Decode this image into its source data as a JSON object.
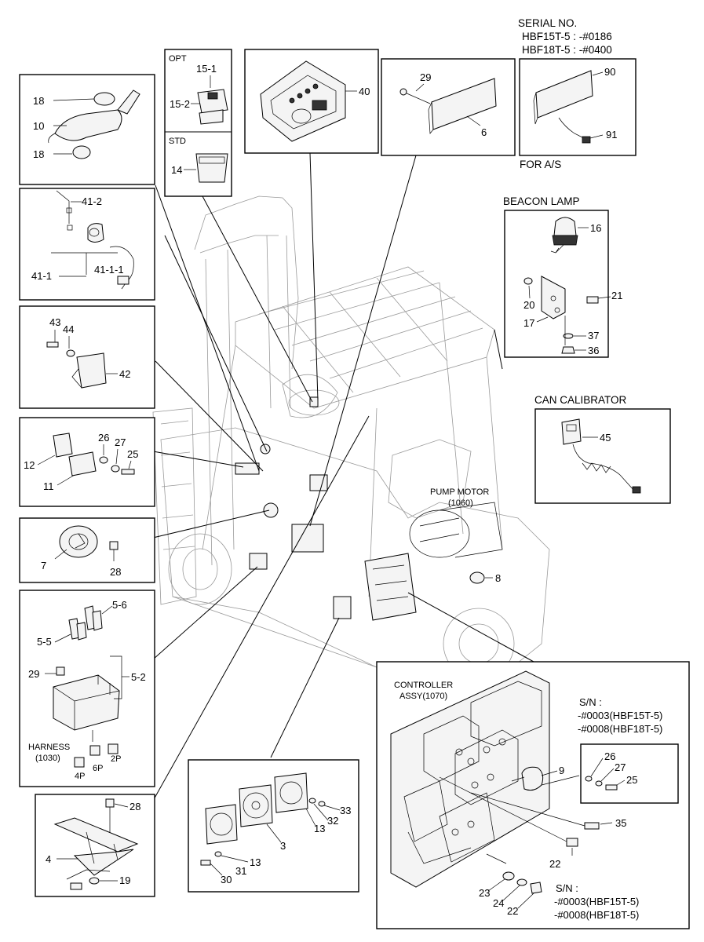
{
  "serial_header": {
    "title": "SERIAL NO.",
    "line1": "HBF15T-5 : -#0186",
    "line2": "HBF18T-5 : -#0400",
    "footer": "FOR A/S"
  },
  "section_titles": {
    "opt": "OPT",
    "std": "STD",
    "beacon_lamp": "BEACON LAMP",
    "can_calibrator": "CAN CALIBRATOR",
    "pump_motor": "PUMP MOTOR",
    "pump_motor_code": "(1060)",
    "controller": "CONTROLLER",
    "controller_assy": "ASSY(1070)",
    "harness": "HARNESS",
    "harness_code": "(1030)"
  },
  "serial_notes": {
    "sn": "S/N :",
    "hbf15": "-#0003(HBF15T-5)",
    "hbf18": "-#0008(HBF18T-5)"
  },
  "connector_labels": [
    "4P",
    "6P",
    "2P"
  ],
  "part_labels": {
    "p18a": "18",
    "p10": "10",
    "p18b": "18",
    "p15_1": "15-1",
    "p15_2": "15-2",
    "p14": "14",
    "p40": "40",
    "p29a": "29",
    "p6": "6",
    "p90": "90",
    "p91": "91",
    "p41_2": "41-2",
    "p41_1": "41-1",
    "p41_1_1": "41-1-1",
    "p16": "16",
    "p20": "20",
    "p21": "21",
    "p17": "17",
    "p37": "37",
    "p36": "36",
    "p43": "43",
    "p44": "44",
    "p42": "42",
    "p45": "45",
    "p12": "12",
    "p26a": "26",
    "p27a": "27",
    "p25a": "25",
    "p11": "11",
    "p7": "7",
    "p28a": "28",
    "p8": "8",
    "p5_6": "5-6",
    "p5_5": "5-5",
    "p29b": "29",
    "p5_2": "5-2",
    "p28b": "28",
    "p4": "4",
    "p19": "19",
    "p33": "33",
    "p32": "32",
    "p13a": "13",
    "p3": "3",
    "p13b": "13",
    "p31": "31",
    "p30": "30",
    "p9": "9",
    "p26b": "26",
    "p27b": "27",
    "p25b": "25",
    "p35": "35",
    "p22a": "22",
    "p23": "23",
    "p24": "24",
    "p22b": "22"
  }
}
